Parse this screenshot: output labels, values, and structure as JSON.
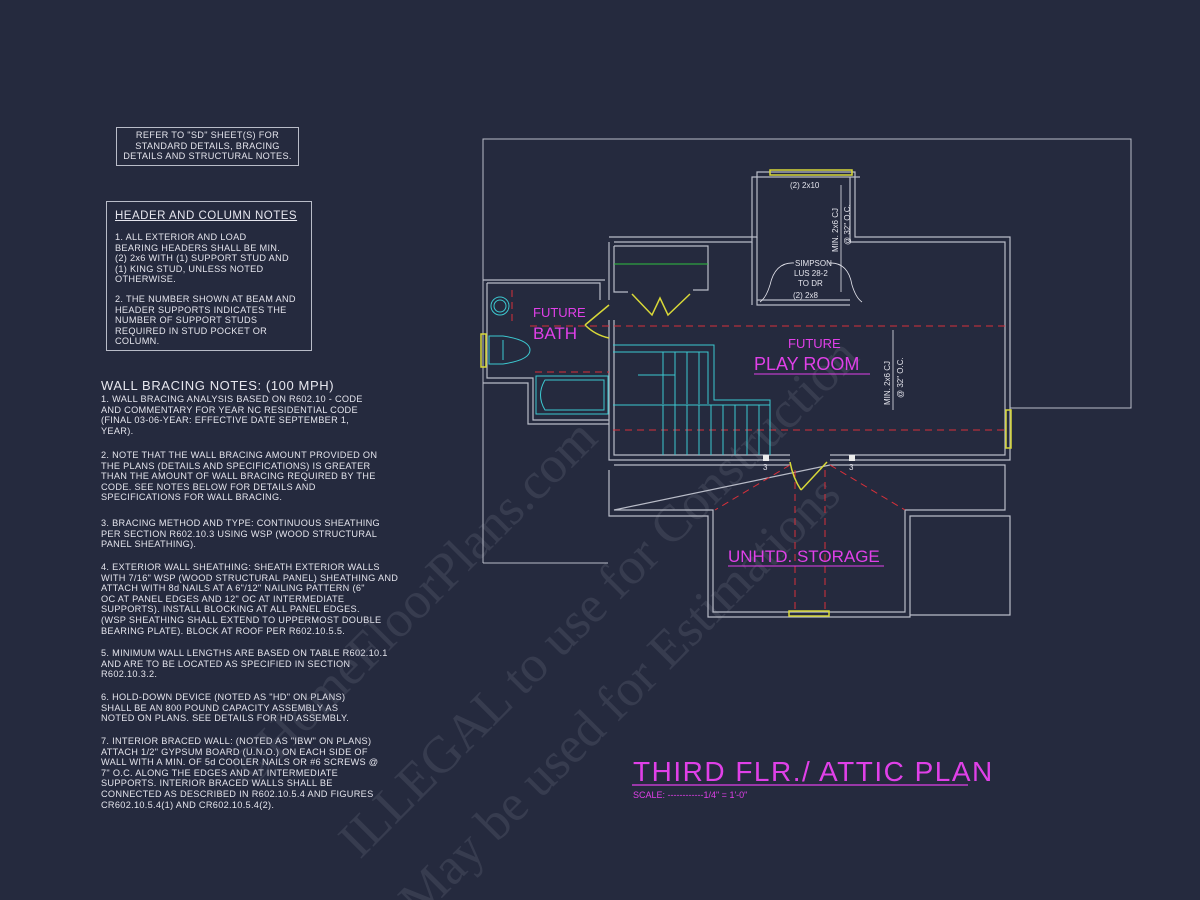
{
  "notes": {
    "refer": "REFER TO \"SD\"  SHEET(S) FOR\nSTANDARD DETAILS, BRACING\nDETAILS AND STRUCTURAL NOTES.",
    "header_title": "HEADER AND COLUMN NOTES",
    "header_items": [
      "1. ALL EXTERIOR AND LOAD\nBEARING HEADERS SHALL BE MIN.\n(2) 2x6 WITH (1) SUPPORT STUD AND\n(1) KING STUD, UNLESS NOTED\nOTHERWISE.",
      "2. THE NUMBER SHOWN AT BEAM AND\nHEADER SUPPORTS INDICATES THE\nNUMBER OF SUPPORT STUDS\nREQUIRED IN STUD POCKET OR\nCOLUMN."
    ],
    "bracing_title": "WALL BRACING NOTES: (100 MPH)",
    "bracing_items": [
      "1. WALL BRACING ANALYSIS BASED ON R602.10 - CODE\nAND COMMENTARY FOR YEAR NC RESIDENTIAL CODE\n(FINAL 03-06-YEAR: EFFECTIVE DATE SEPTEMBER 1,\nYEAR).",
      "2. NOTE THAT THE WALL BRACING AMOUNT PROVIDED ON\nTHE PLANS (DETAILS AND SPECIFICATIONS) IS GREATER\nTHAN THE AMOUNT OF WALL BRACING REQUIRED BY THE\nCODE. SEE NOTES BELOW FOR DETAILS AND\nSPECIFICATIONS FOR WALL BRACING.",
      "3. BRACING METHOD AND TYPE: CONTINUOUS SHEATHING\nPER SECTION R602.10.3 USING WSP (WOOD STRUCTURAL\nPANEL SHEATHING).",
      "4. EXTERIOR WALL SHEATHING: SHEATH EXTERIOR WALLS\nWITH 7/16\" WSP (WOOD STRUCTURAL PANEL) SHEATHING AND\nATTACH WITH 8d NAILS AT A 6\"/12\" NAILING PATTERN (6\"\nOC AT PANEL EDGES AND 12\" OC AT INTERMEDIATE\nSUPPORTS). INSTALL BLOCKING AT ALL PANEL EDGES.\n(WSP SHEATHING SHALL EXTEND TO UPPERMOST DOUBLE\nBEARING PLATE). BLOCK AT ROOF PER R602.10.5.5.",
      "5. MINIMUM WALL LENGTHS ARE BASED ON TABLE R602.10.1\nAND ARE TO BE LOCATED AS SPECIFIED IN SECTION\nR602.10.3.2.",
      "6. HOLD-DOWN DEVICE (NOTED AS \"HD\" ON PLANS)\nSHALL BE AN 800 POUND CAPACITY ASSEMBLY AS\nNOTED ON PLANS. SEE DETAILS FOR HD ASSEMBLY.",
      "7. INTERIOR BRACED WALL: (NOTED AS \"IBW\" ON PLANS)\nATTACH 1/2\" GYPSUM BOARD (U.N.O.) ON EACH SIDE OF\nWALL WITH A MIN. OF 5d COOLER NAILS OR #6 SCREWS @\n7\" O.C. ALONG THE EDGES AND AT INTERMEDIATE\nSUPPORTS.  INTERIOR BRACED WALLS SHALL BE\nCONNECTED AS DESCRIBED IN R602.10.5.4 AND FIGURES\nCR602.10.5.4(1) AND CR602.10.5.4(2)."
    ]
  },
  "plan": {
    "rooms": {
      "bath_1": "FUTURE",
      "bath_2": "BATH",
      "play_1": "FUTURE",
      "play_2": "PLAY ROOM",
      "storage": "UNHTD. STORAGE"
    },
    "annotations": {
      "header_top": "(2) 2x10",
      "header_dormer": "(2) 2x8",
      "simpson_1": "SIMPSON",
      "simpson_2": "LUS 28-2",
      "simpson_3": "TO DR",
      "cj_1a": "MIN. 2x6 CJ",
      "cj_1b": "@ 32\" O.C.",
      "cj_2a": "MIN. 2x6 CJ",
      "cj_2b": "@ 32\" O.C.",
      "studs_left": "3",
      "studs_right": "3"
    },
    "title": "THIRD FLR./ ATTIC PLAN",
    "scale": "SCALE: ------------1/4\" = 1'-0\""
  },
  "watermark": {
    "line_1": "©HomeFloorPlans.com",
    "line_2": "ILLEGAL to use for Construction",
    "line_3": "May be used for Estimations"
  },
  "colors": {
    "background": "#252a3e",
    "wall": "#b9bcc8",
    "label": "#e040e8",
    "stair": "#3cc8d0",
    "door": "#d8d838",
    "centerline": "#d8303a"
  }
}
